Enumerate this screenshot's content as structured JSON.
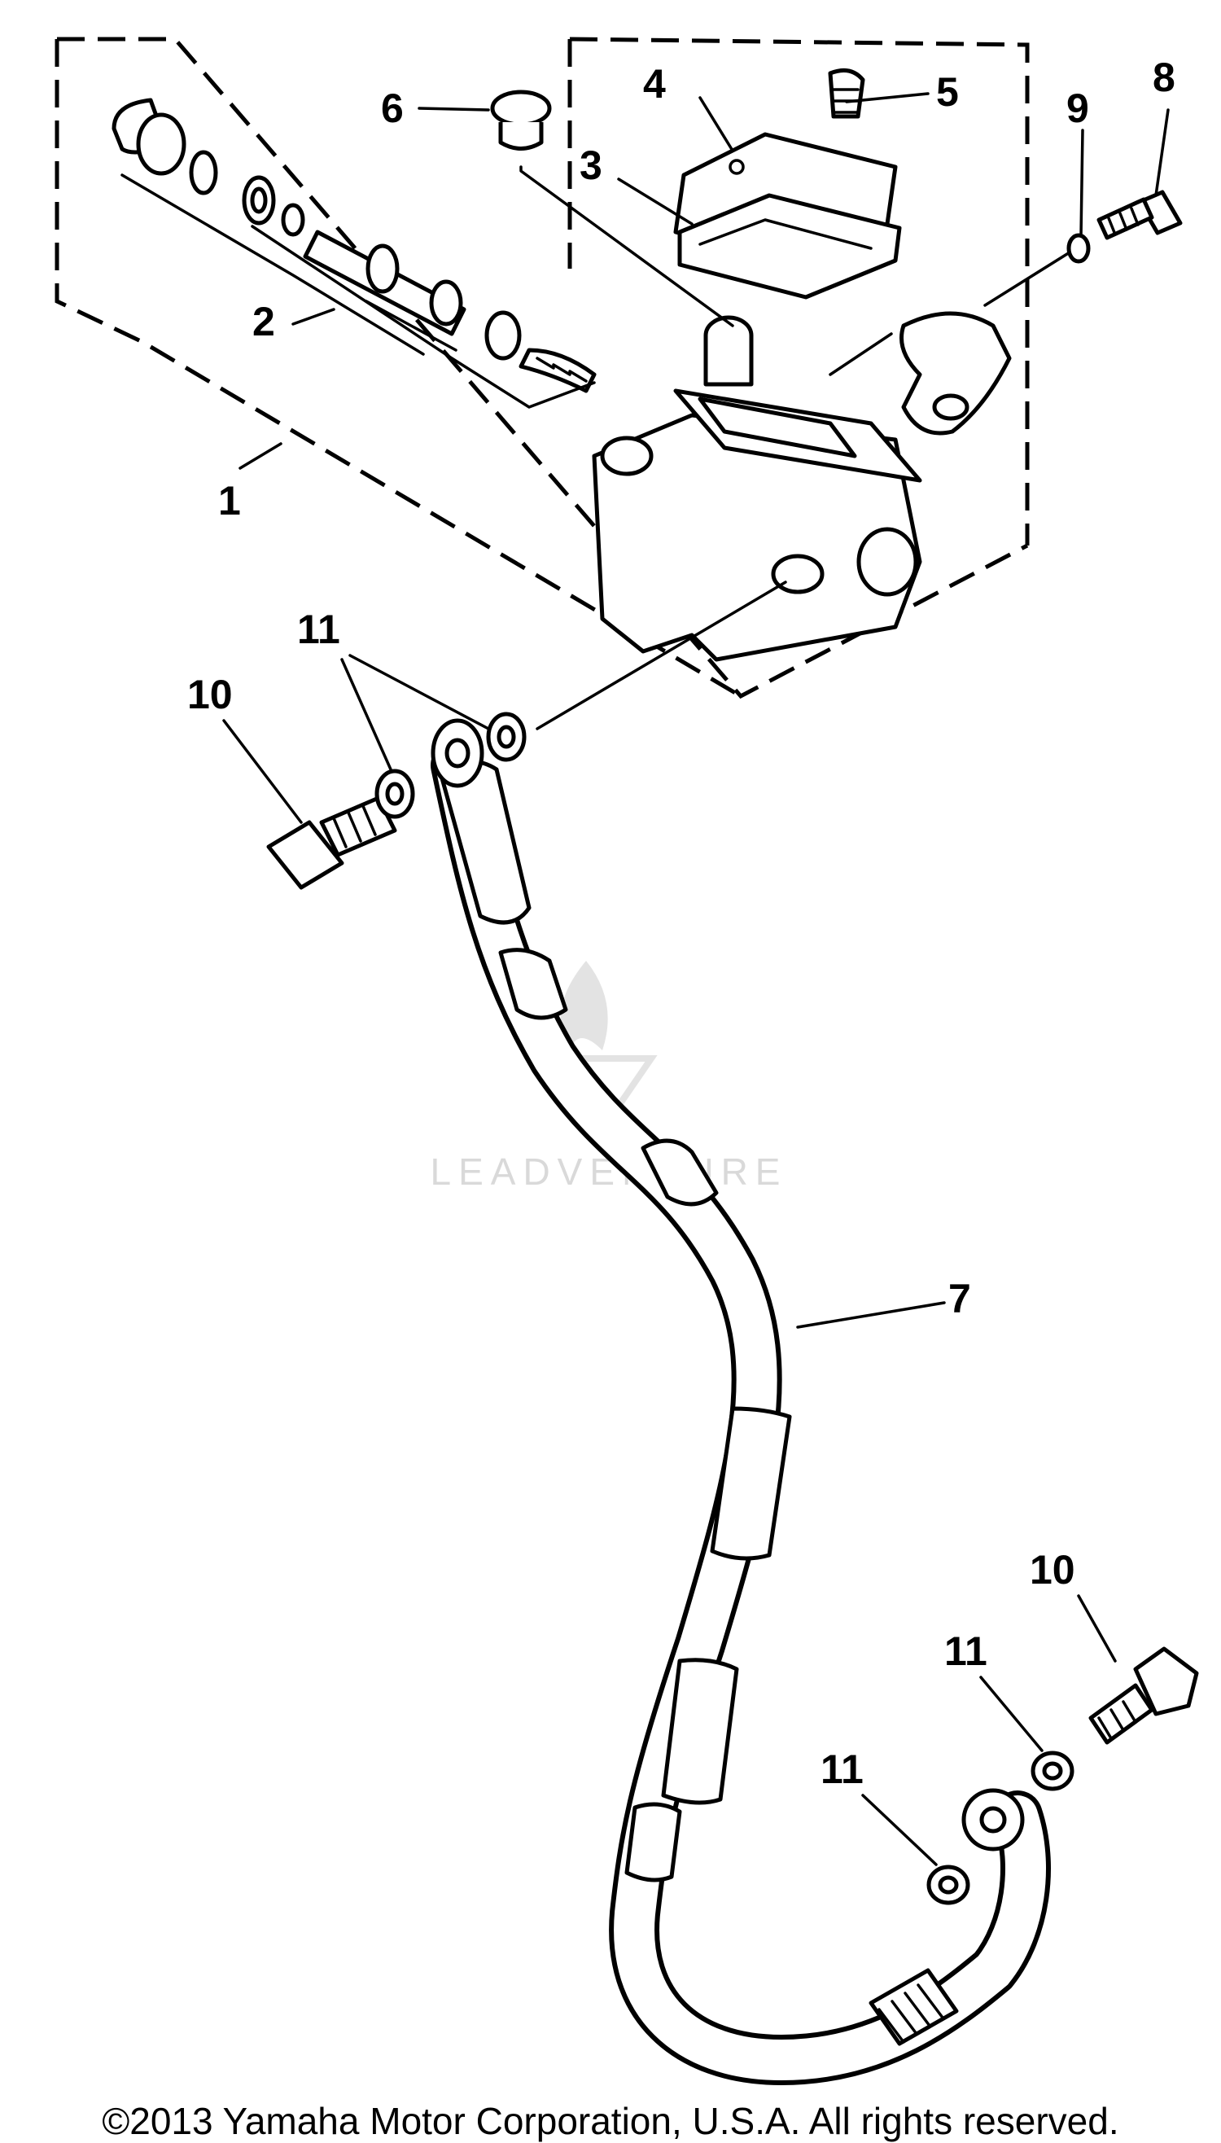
{
  "diagram": {
    "callouts": [
      "1",
      "2",
      "3",
      "4",
      "5",
      "6",
      "7",
      "8",
      "9",
      "10",
      "11"
    ],
    "watermark": "LEADVENTURE",
    "copyright": "©2013 Yamaha Motor Corporation, U.S.A. All rights reserved."
  }
}
